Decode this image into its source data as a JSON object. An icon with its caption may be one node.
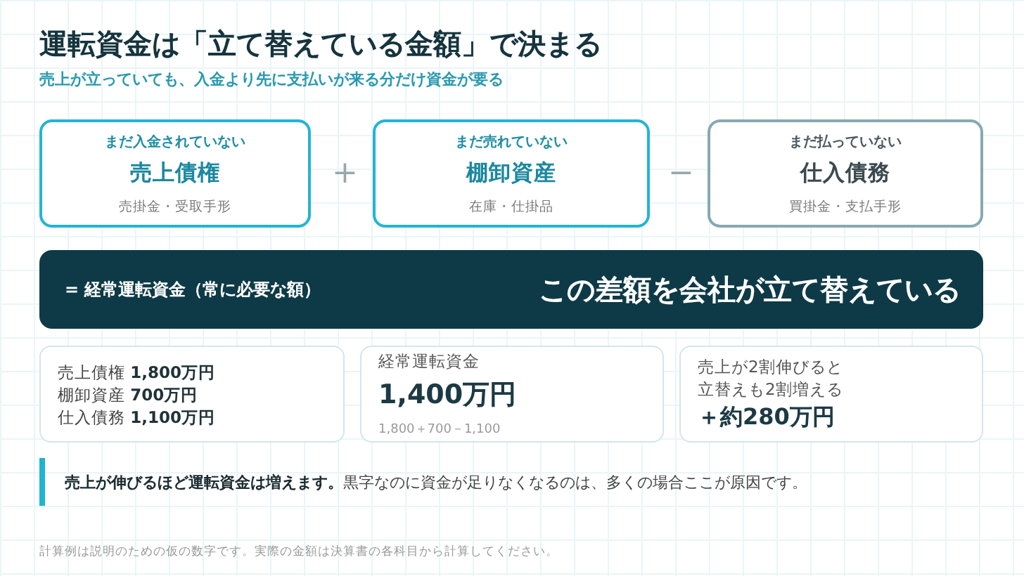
{
  "diagram": {
    "title": "運転資金は「立て替えている金額」で決まる",
    "nodes": [
      {
        "text": [
          "まだ入金されていない",
          "売上債権",
          "売掛金・受取手形"
        ]
      },
      {
        "text": [
          "まだ売れていない",
          "棚卸資産",
          "在庫・仕掛品"
        ]
      },
      {
        "text": [
          "まだ払っていない",
          "仕入債務",
          "買掛金・支払手形"
        ]
      },
      {
        "text": [
          "= 経常運転資金（常に必要な額）",
          "この差額を会社が立て替えている"
        ]
      },
      {
        "text": [
          "売上債権 **1,800万円**",
          "棚卸資産 **700万円**",
          "仕入債務 **1,100万円**"
        ]
      },
      {
        "text": [
          "経常運転資金",
          "1,400万円",
          "1,800＋700－1,100"
        ]
      },
      {
        "text": [
          "売上が2割伸びると立替えも2割増える",
          "＋約280万円"
        ]
      },
      {
        "text": [
          "**売上が伸びるほど運転資金は増えます。**黒字なのに資金が足りなくなるのは、多くの場合ここが原因です。"
        ]
      }
    ],
    "labels": [
      "売上が立っていても、入金より先に支払いが来る分だけ資金が要る",
      "+",
      "−",
      "計算例は説明のための仮の数字です。実際の金額は決算書の各科目から計算してください。"
    ]
  }
}
